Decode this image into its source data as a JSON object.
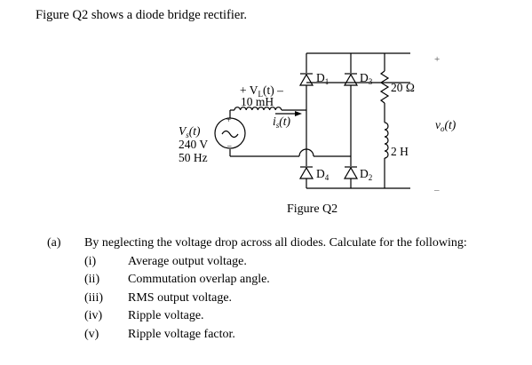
{
  "intro": "Figure Q2 shows a diode bridge rectifier.",
  "figure": {
    "caption": "Figure Q2",
    "vl_label": "+ V",
    "vl_sub": "L",
    "vl_tail": "(t) –",
    "inductor_label": "10 mH",
    "is_label": "i",
    "is_sub": "s",
    "is_tail": "(t)",
    "vs_label": "V",
    "vs_sub": "s",
    "vs_tail": "(t)",
    "source_voltage": "240 V",
    "source_freq": "50 Hz",
    "d1": "D",
    "d1_sub": "1",
    "d2": "D",
    "d2_sub": "2",
    "d3": "D",
    "d3_sub": "3",
    "d4": "D",
    "d4_sub": "4",
    "resistor_label": "20 Ω",
    "load_inductor_label": "2 H",
    "vo_label": "v",
    "vo_sub": "o",
    "vo_tail": "(t)",
    "plus": "+",
    "minus": "–",
    "src_plus": "+",
    "src_minus": "–"
  },
  "question": {
    "label": "(a)",
    "text": "By neglecting the voltage drop across all diodes. Calculate for the following:",
    "items": [
      {
        "num": "(i)",
        "text": "Average output voltage."
      },
      {
        "num": "(ii)",
        "text": "Commutation overlap angle."
      },
      {
        "num": "(iii)",
        "text": "RMS output voltage."
      },
      {
        "num": "(iv)",
        "text": "Ripple voltage."
      },
      {
        "num": "(v)",
        "text": "Ripple voltage factor."
      }
    ]
  }
}
